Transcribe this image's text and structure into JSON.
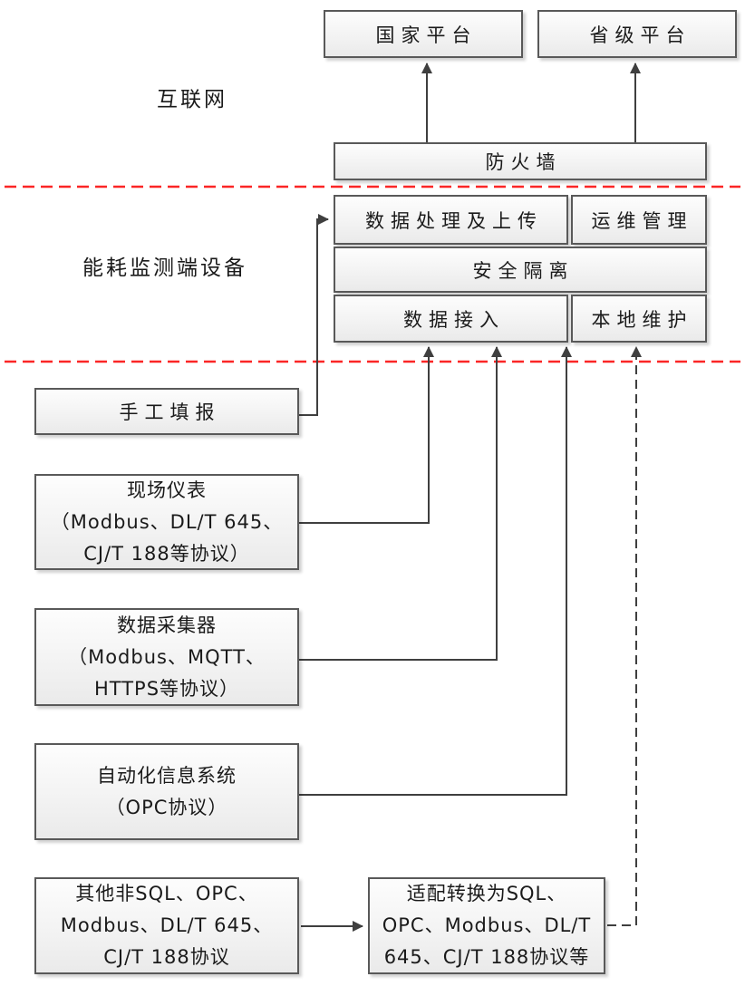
{
  "diagram": {
    "zones": {
      "internet_label": "互联网",
      "device_label": "能耗监测端设备"
    },
    "platforms": {
      "national": "国家平台",
      "provincial": "省级平台"
    },
    "firewall_label": "防火墙",
    "modules": {
      "data_processing_upload": "数据处理及上传",
      "operations_management": "运维管理",
      "security_isolation": "安全隔离",
      "data_access": "数据接入",
      "local_maintenance": "本地维护"
    },
    "sources": {
      "manual_entry": "手工填报",
      "field_instruments": "现场仪表\n（Modbus、DL/T 645、\nCJ/T 188等协议）",
      "data_collector": "数据采集器\n（Modbus、MQTT、\nHTTPS等协议）",
      "automation_system": "自动化信息系统\n（OPC协议）",
      "other_protocols": "其他非SQL、OPC、\nModbus、DL/T 645、\nCJ/T 188协议"
    },
    "adapter": "适配转换为SQL、\nOPC、Modbus、DL/T\n645、CJ/T 188协议等",
    "colors": {
      "zone_divider": "#fb2626",
      "connector": "#3f3f3f",
      "box_border": "#595959"
    },
    "connections": [
      {
        "from": "firewall",
        "to": "national-platform",
        "style": "solid-arrow"
      },
      {
        "from": "firewall",
        "to": "provincial-platform",
        "style": "solid-arrow"
      },
      {
        "from": "manual-entry",
        "to": "data-processing-upload",
        "style": "solid-arrow"
      },
      {
        "from": "field-instruments",
        "to": "data-access",
        "style": "solid-arrow"
      },
      {
        "from": "data-collector",
        "to": "data-access",
        "style": "solid-arrow"
      },
      {
        "from": "automation-system",
        "to": "data-access",
        "style": "solid-arrow"
      },
      {
        "from": "other-protocols",
        "to": "adapter",
        "style": "solid-arrow"
      },
      {
        "from": "adapter",
        "to": "local-maintenance",
        "style": "dashed-arrow"
      }
    ]
  }
}
